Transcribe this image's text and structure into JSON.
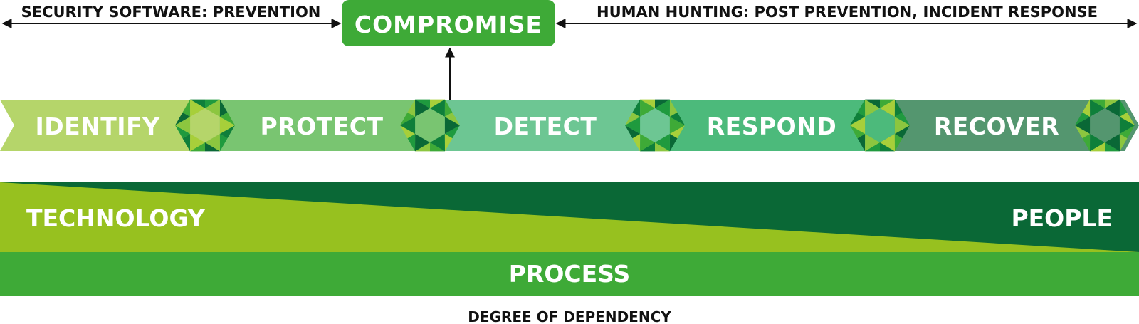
{
  "top": {
    "left_label": "SECURITY SOFTWARE: PREVENTION",
    "compromise_label": "COMPROMISE",
    "right_label": "HUMAN HUNTING: POST PREVENTION, INCIDENT RESPONSE"
  },
  "stages": [
    {
      "label": "IDENTIFY",
      "color": "#b5d56a"
    },
    {
      "label": "PROTECT",
      "color": "#79c571"
    },
    {
      "label": "DETECT",
      "color": "#6dc693"
    },
    {
      "label": "RESPOND",
      "color": "#4cba7b"
    },
    {
      "label": "RECOVER",
      "color": "#54966f"
    }
  ],
  "layers": {
    "technology_label": "TECHNOLOGY",
    "people_label": "PEOPLE",
    "process_label": "PROCESS",
    "technology_color": "#97c11f",
    "people_color": "#0a6836",
    "process_color": "#3eaa37"
  },
  "bottom_label": "DEGREE OF DEPENDENCY",
  "colors": {
    "compromise_box": "#3eaa37",
    "arrow": "#111111"
  }
}
